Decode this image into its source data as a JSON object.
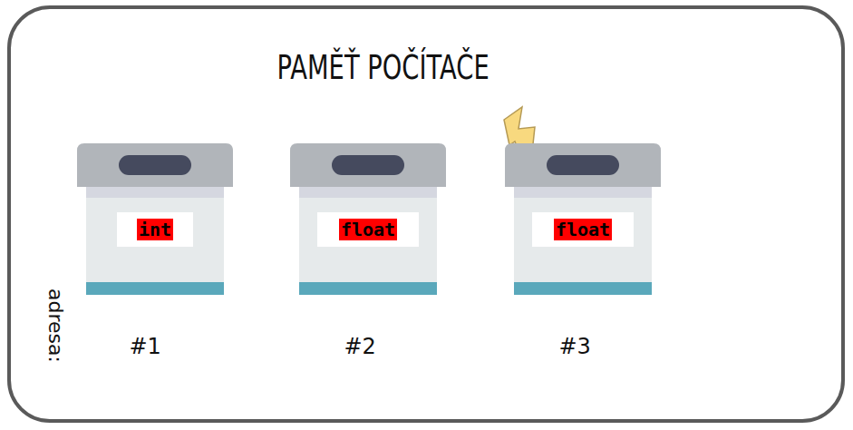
{
  "diagram": {
    "title": "PAMĚŤ POČÍTAČE",
    "nodes": [
      {
        "text": [
          "int"
        ]
      },
      {
        "text": [
          "float"
        ]
      },
      {
        "text": [
          "float"
        ]
      }
    ],
    "labels": [
      "adresa:",
      "#1",
      "#2",
      "#3"
    ]
  }
}
